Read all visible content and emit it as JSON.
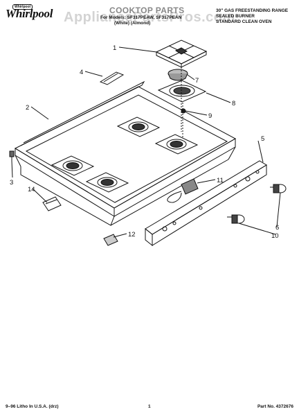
{
  "header": {
    "brand": "Whirlpool",
    "brand_tag": "Whirlpool",
    "title": "COOKTOP PARTS",
    "models_line": "For Models: SF317PEAW, SF317PEAN",
    "models_colors": "(White)     (Almond)",
    "description": [
      "30\" GAS FREESTANDING RANGE",
      "SEALED BURNER",
      "STANDARD CLEAN OVEN"
    ],
    "watermark": "AppliancePartsPros.com"
  },
  "callouts": [
    "1",
    "2",
    "3",
    "4",
    "5",
    "6",
    "7",
    "8",
    "9",
    "10",
    "11",
    "12",
    "14"
  ],
  "footer": {
    "litho": "9–96 Litho In U.S.A. (drz)",
    "page": "1",
    "part_no": "Part No. 4372676"
  }
}
